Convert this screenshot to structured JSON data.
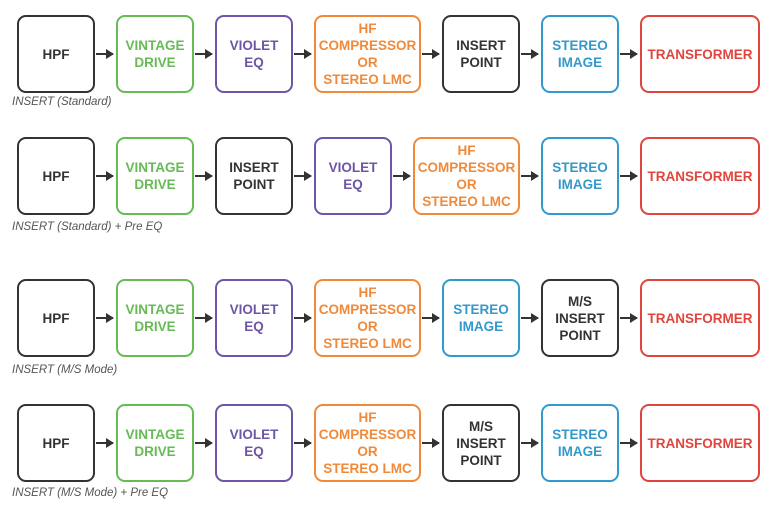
{
  "colors": {
    "black": "#333333",
    "green": "#66bb55",
    "purple": "#6e55a5",
    "orange": "#f08a3a",
    "blue": "#3399cc",
    "red": "#e0443c"
  },
  "rows": [
    {
      "caption": "INSERT (Standard)",
      "blocks": [
        {
          "label": "HPF",
          "color": "black"
        },
        {
          "label": "VINTAGE\nDRIVE",
          "color": "green"
        },
        {
          "label": "VIOLET\nEQ",
          "color": "purple"
        },
        {
          "label": "HF\nCOMPRESSOR\nOR\nSTEREO LMC",
          "color": "orange"
        },
        {
          "label": "INSERT\nPOINT",
          "color": "black"
        },
        {
          "label": "STEREO\nIMAGE",
          "color": "blue"
        },
        {
          "label": "TRANSFORMER",
          "color": "red"
        }
      ]
    },
    {
      "caption": "INSERT (Standard) + Pre EQ",
      "blocks": [
        {
          "label": "HPF",
          "color": "black"
        },
        {
          "label": "VINTAGE\nDRIVE",
          "color": "green"
        },
        {
          "label": "INSERT\nPOINT",
          "color": "black"
        },
        {
          "label": "VIOLET\nEQ",
          "color": "purple"
        },
        {
          "label": "HF\nCOMPRESSOR\nOR\nSTEREO LMC",
          "color": "orange"
        },
        {
          "label": "STEREO\nIMAGE",
          "color": "blue"
        },
        {
          "label": "TRANSFORMER",
          "color": "red"
        }
      ]
    },
    {
      "caption": "INSERT (M/S Mode)",
      "blocks": [
        {
          "label": "HPF",
          "color": "black"
        },
        {
          "label": "VINTAGE\nDRIVE",
          "color": "green"
        },
        {
          "label": "VIOLET\nEQ",
          "color": "purple"
        },
        {
          "label": "HF\nCOMPRESSOR\nOR\nSTEREO LMC",
          "color": "orange"
        },
        {
          "label": "STEREO\nIMAGE",
          "color": "blue"
        },
        {
          "label": "M/S\nINSERT\nPOINT",
          "color": "black"
        },
        {
          "label": "TRANSFORMER",
          "color": "red"
        }
      ]
    },
    {
      "caption": "INSERT (M/S Mode) + Pre EQ",
      "blocks": [
        {
          "label": "HPF",
          "color": "black"
        },
        {
          "label": "VINTAGE\nDRIVE",
          "color": "green"
        },
        {
          "label": "VIOLET\nEQ",
          "color": "purple"
        },
        {
          "label": "HF\nCOMPRESSOR\nOR\nSTEREO LMC",
          "color": "orange"
        },
        {
          "label": "M/S\nINSERT\nPOINT",
          "color": "black"
        },
        {
          "label": "STEREO\nIMAGE",
          "color": "blue"
        },
        {
          "label": "TRANSFORMER",
          "color": "red"
        }
      ]
    }
  ]
}
